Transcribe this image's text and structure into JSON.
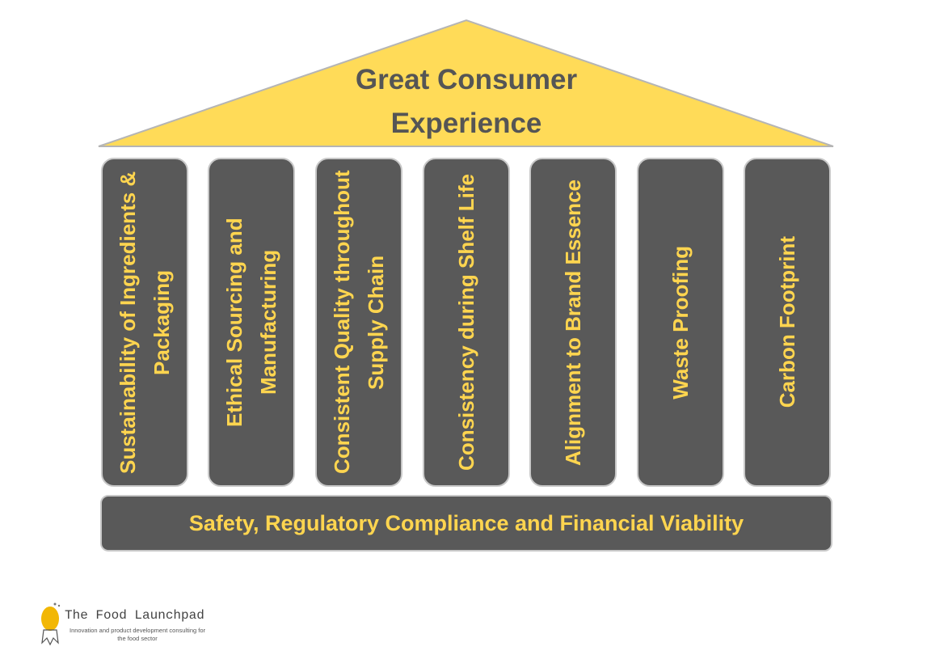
{
  "roof": {
    "title": "Great Consumer Experience"
  },
  "pillars": [
    "Sustainability of Ingredients & Packaging",
    "Ethical Sourcing and Manufacturing",
    "Consistent Quality throughout Supply Chain",
    "Consistency during Shelf Life",
    "Alignment to Brand Essence",
    "Waste Proofing",
    "Carbon Footprint"
  ],
  "base": {
    "label": "Safety, Regulatory Compliance and Financial Viability"
  },
  "logo": {
    "name": "The Food Launchpad",
    "tagline": "Innovation and product development consulting for the food sector"
  },
  "colors": {
    "accent": "#FFD54F",
    "pillar": "#595959",
    "text": "#555555"
  }
}
